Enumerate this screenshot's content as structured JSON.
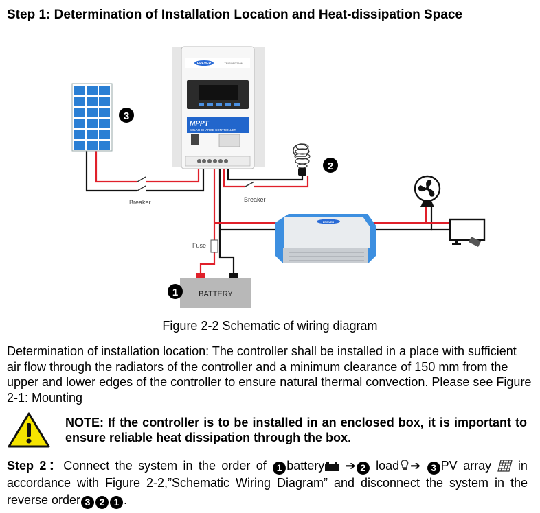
{
  "heading": "Step 1: Determination of Installation Location and Heat-dissipation Space",
  "diagram": {
    "controller_brand": "EPEVER",
    "controller_model": "TRIRON3210N",
    "controller_mppt": "MPPT",
    "controller_subtitle": "SOLAR CHARGE CONTROLLER",
    "inverter_brand": "EPEVER",
    "label_breaker_left": "Breaker",
    "label_breaker_right": "Breaker",
    "label_fuse": "Fuse",
    "battery_label": "BATTERY",
    "marker_1": "1",
    "marker_2": "2",
    "marker_3": "3",
    "colors": {
      "positive_wire": "#e0202a",
      "negative_wire": "#111111",
      "panel_blue": "#2a7fd4",
      "inverter_blue": "#3d8fe0"
    }
  },
  "caption": "Figure 2-2 Schematic of wiring diagram",
  "paragraph": "Determination of installation location: The controller shall be installed in a place with sufficient air flow through the radiators of the controller and a minimum clearance of 150 mm from the upper and lower edges of the controller to ensure natural thermal convection. Please see Figure 2-1: Mounting",
  "note": "NOTE: If the controller is to be installed in an enclosed box, it is important to ensure reliable heat dissipation through the box.",
  "step2": {
    "label": "Step 2",
    "colon": "：",
    "text_a": "Connect the system in the order of ",
    "n1": "1",
    "battery": "battery",
    "n2": "2",
    "load": " load",
    "n3": "3",
    "pv": "PV array",
    "text_b": " in accordance with Figure 2-2,”Schematic Wiring Diagram” and disconnect the system in the reverse order",
    "r3": "3",
    "r2": "2",
    "r1": "1",
    "end": "."
  }
}
